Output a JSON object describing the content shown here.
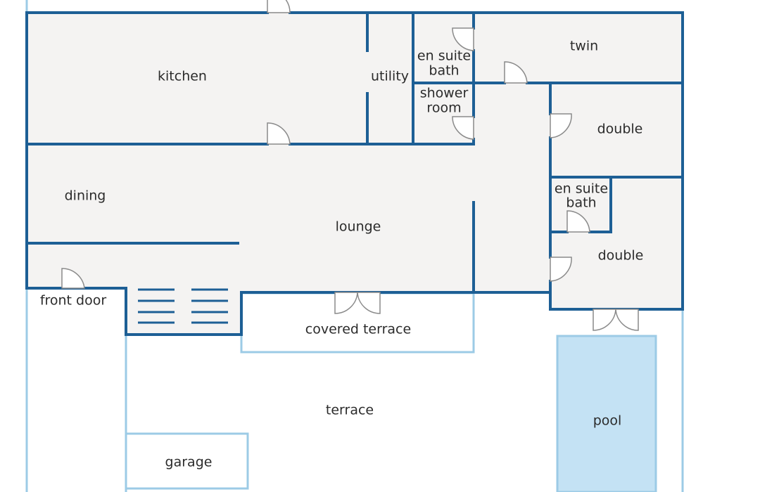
{
  "plan": {
    "rooms": {
      "kitchen": "kitchen",
      "utility": "utility",
      "en_suite_bath_1_line1": "en suite",
      "en_suite_bath_1_line2": "bath",
      "twin": "twin",
      "shower_room_line1": "shower",
      "shower_room_line2": "room",
      "double_1": "double",
      "dining": "dining",
      "lounge": "lounge",
      "en_suite_bath_2_line1": "en suite",
      "en_suite_bath_2_line2": "bath",
      "double_2": "double",
      "front_door": "front door",
      "covered_terrace": "covered terrace",
      "terrace": "terrace",
      "pool": "pool",
      "garage": "garage"
    },
    "colors": {
      "wall": "#1d5f95",
      "interior_fill": "#f4f3f2",
      "outdoor_outline": "#9ccbe6",
      "pool_fill": "#c4e2f4",
      "text": "#2b2b2b"
    }
  }
}
